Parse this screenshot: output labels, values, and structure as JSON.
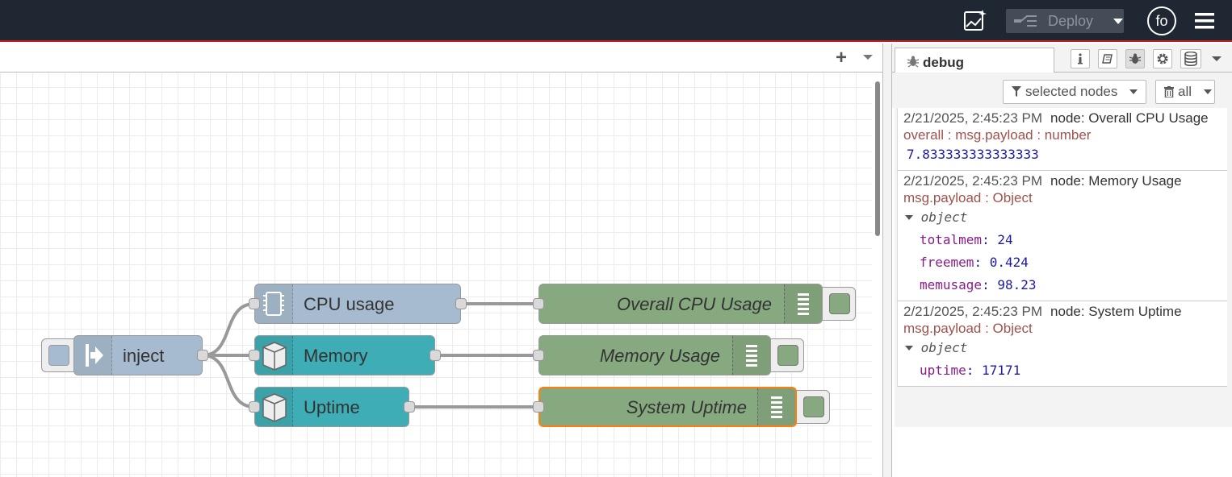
{
  "header": {
    "deploy_label": "Deploy",
    "user_initials": "fo"
  },
  "workspace": {
    "add_tab_label": "+"
  },
  "flow": {
    "nodes": [
      {
        "id": "inject",
        "label": "inject",
        "type": "inject",
        "color": "#a6bbcf"
      },
      {
        "id": "cpu",
        "label": "CPU usage",
        "type": "cpu",
        "color": "#a6bbcf"
      },
      {
        "id": "memory",
        "label": "Memory",
        "type": "os",
        "color": "#3fadb5"
      },
      {
        "id": "uptime",
        "label": "Uptime",
        "type": "os",
        "color": "#3fadb5"
      },
      {
        "id": "dbg-cpu",
        "label": "Overall CPU Usage",
        "type": "debug",
        "color": "#87a980"
      },
      {
        "id": "dbg-mem",
        "label": "Memory Usage",
        "type": "debug",
        "color": "#87a980"
      },
      {
        "id": "dbg-up",
        "label": "System Uptime",
        "type": "debug",
        "color": "#87a980",
        "selected": true
      }
    ]
  },
  "sidebar": {
    "tab_label": "debug",
    "filter_label": "selected nodes",
    "clear_label": "all",
    "messages": [
      {
        "time": "2/21/2025, 2:45:23 PM",
        "node": "node: Overall CPU Usage",
        "topic": "overall : msg.payload : number",
        "value": "7.833333333333333"
      },
      {
        "time": "2/21/2025, 2:45:23 PM",
        "node": "node: Memory Usage",
        "topic": "msg.payload : Object",
        "type": "object",
        "props": [
          {
            "key": "totalmem",
            "value": "24"
          },
          {
            "key": "freemem",
            "value": "0.424"
          },
          {
            "key": "memusage",
            "value": "98.23"
          }
        ]
      },
      {
        "time": "2/21/2025, 2:45:23 PM",
        "node": "node: System Uptime",
        "topic": "msg.payload : Object",
        "type": "object",
        "props": [
          {
            "key": "uptime",
            "value": "17171"
          }
        ]
      }
    ]
  }
}
